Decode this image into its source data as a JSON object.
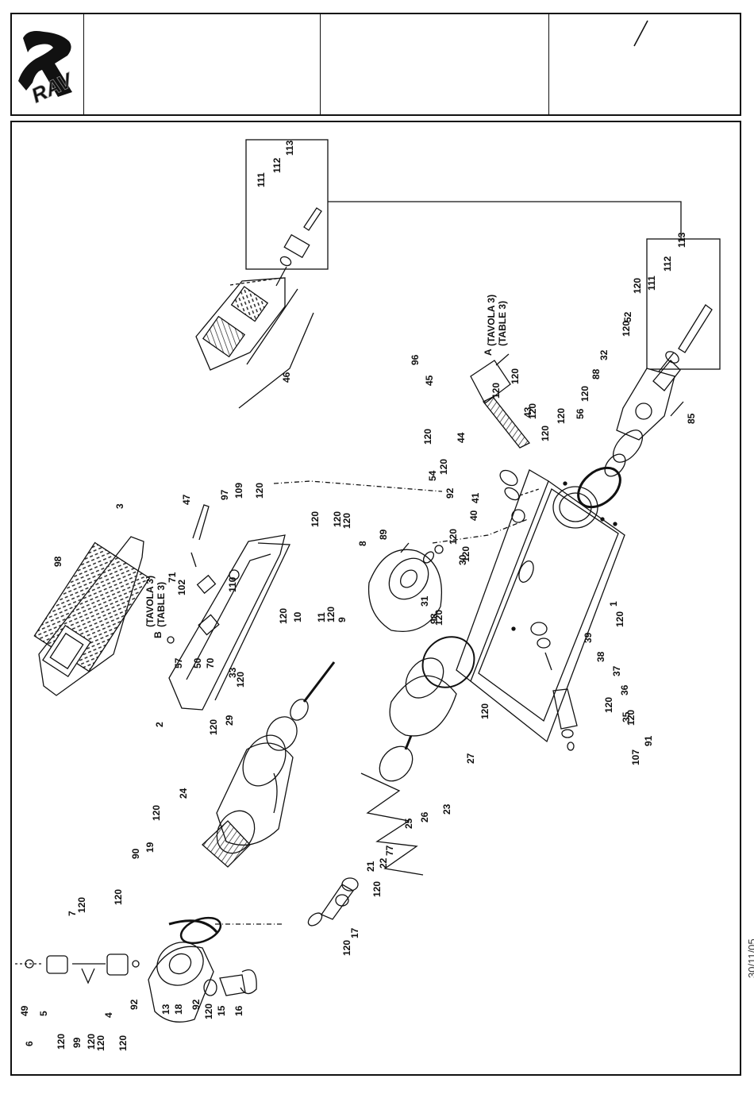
{
  "header": {
    "logo_text": "RAV",
    "revision_mark": "/"
  },
  "diagram": {
    "labels": {
      "table_ref_a_it": "(TAVOLA 3)",
      "table_ref_a_en": "(TABLE 3)",
      "arrow_a": "A",
      "table_ref_b_it": "(TAVOLA 3)",
      "table_ref_b_en": "(TABLE 3)",
      "arrow_b": "B"
    },
    "part_numbers": [
      "1",
      "2",
      "3",
      "4",
      "5",
      "6",
      "7",
      "8",
      "9",
      "10",
      "11",
      "13",
      "15",
      "16",
      "17",
      "18",
      "19",
      "21",
      "22",
      "23",
      "24",
      "25",
      "26",
      "27",
      "29",
      "30",
      "31",
      "32",
      "33",
      "35",
      "36",
      "37",
      "38",
      "39",
      "40",
      "41",
      "43",
      "44",
      "45",
      "46",
      "47",
      "49",
      "50",
      "52",
      "54",
      "56",
      "57",
      "70",
      "71",
      "77",
      "85",
      "88",
      "89",
      "90",
      "91",
      "92",
      "96",
      "97",
      "98",
      "99",
      "102",
      "107",
      "109",
      "110",
      "111",
      "112",
      "113",
      "120"
    ]
  },
  "footer": {
    "date": "30/11/05"
  }
}
